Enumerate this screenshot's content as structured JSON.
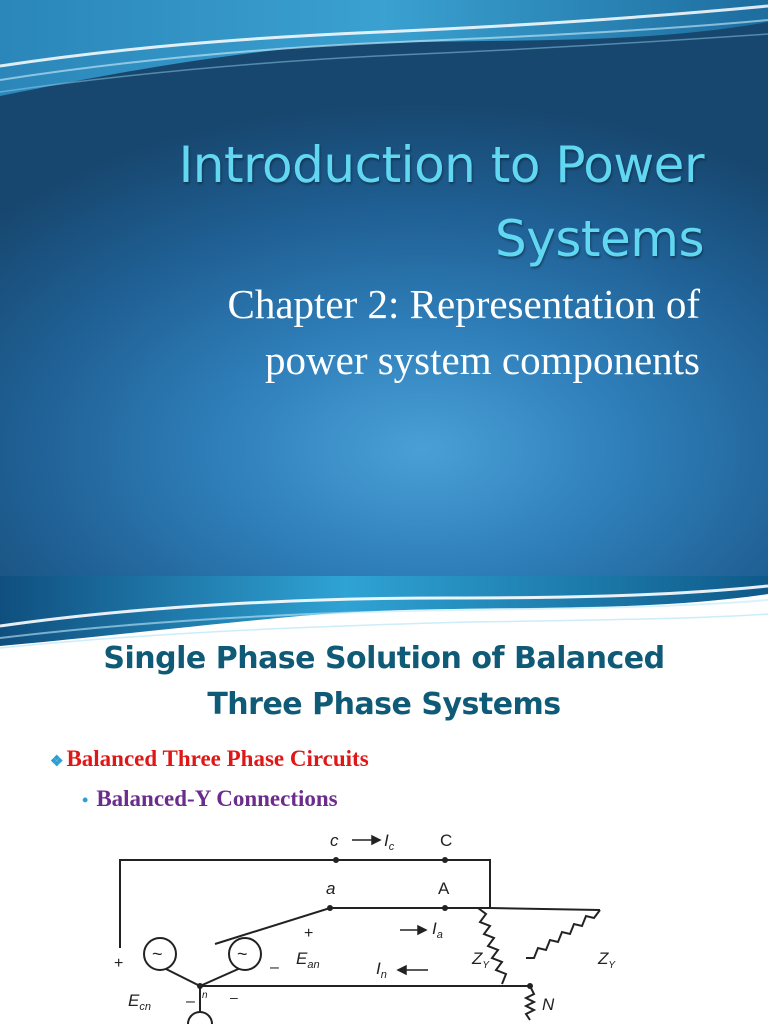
{
  "slide1": {
    "title_line1": "Introduction to Power",
    "title_line2": "Systems",
    "subtitle_line1": "Chapter 2: Representation of",
    "subtitle_line2": "power system components"
  },
  "slide2": {
    "title_line1": "Single Phase Solution of Balanced",
    "title_line2": "Three Phase Systems",
    "bullet_marker_icon": "diamond-cluster-icon",
    "bullet1": "Balanced Three Phase Circuits",
    "bullet2": "Balanced-Y Connections",
    "circuit": {
      "labels": {
        "c": "c",
        "Ic": "I",
        "Ic_sub": "c",
        "C": "C",
        "a": "a",
        "A": "A",
        "plus_top": "+",
        "Ia": "I",
        "Ia_sub": "a",
        "Ean": "E",
        "Ean_sub": "an",
        "In": "I",
        "In_sub": "n",
        "Zy_left": "Z",
        "Zy_left_sub": "Y",
        "Zy_right": "Z",
        "Zy_right_sub": "Y",
        "plus_left": "+",
        "minus_mid": "–",
        "Ecn": "E",
        "Ecn_sub": "cn",
        "minus_left": "–",
        "n": "n",
        "minus_n": "–",
        "N": "N"
      }
    }
  },
  "colors": {
    "title1": "#61d7f2",
    "title2": "#0f5a76",
    "bullet1": "#e01717",
    "bullet2": "#6b2c8c",
    "marker": "#2a9fd6"
  }
}
